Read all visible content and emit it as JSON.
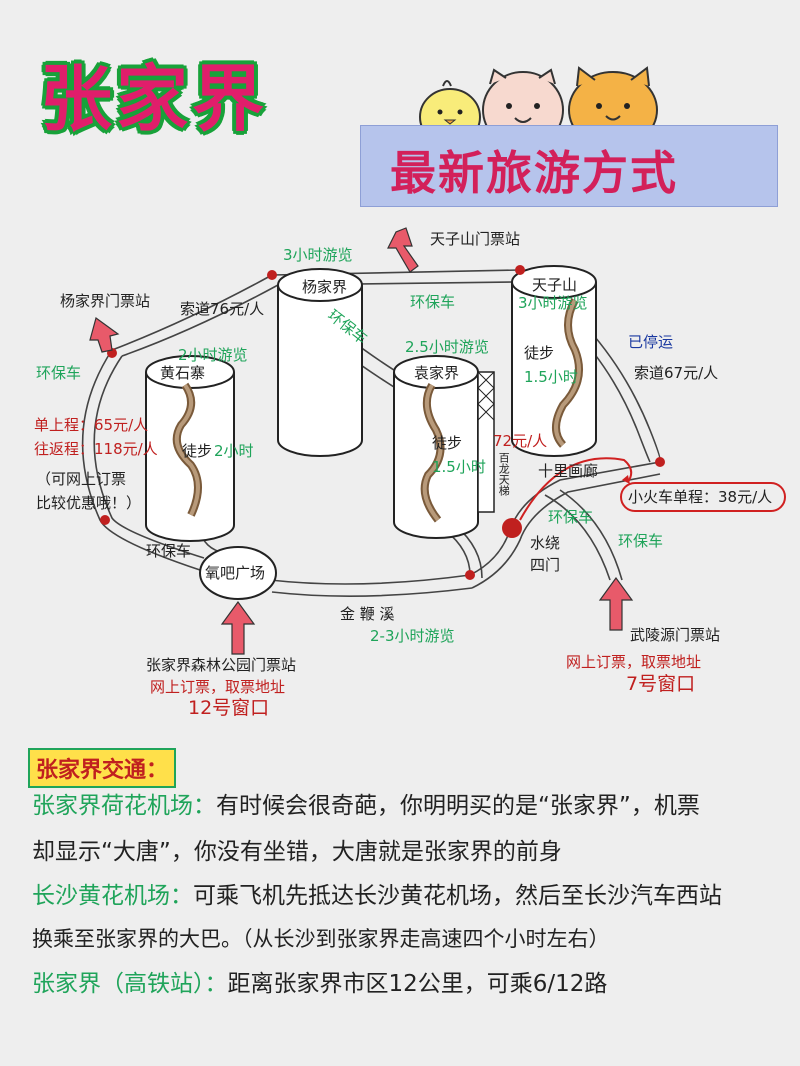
{
  "title": "张家界",
  "subtitle": "最新旅游方式",
  "map": {
    "tianzishan_gate": "天子山门票站",
    "yangjiajie_gate": "杨家界门票站",
    "cableway_76": "索道76元/人",
    "tour_3h": "3小时游览",
    "yangjiajie": "杨家界",
    "eco_bus": "环保车",
    "tianzishan": "天子山",
    "tour_3h_tzs": "3小时游览",
    "suspended": "已停运",
    "cableway_67": "索道67元/人",
    "tour_2h": "2小时游览",
    "tour_2_5h": "2.5小时游览",
    "huangshizhai": "黄石寨",
    "yuanjiajie": "袁家界",
    "hike": "徒步",
    "hike_1_5h_tzs": "1.5小时",
    "single_trip": "单上程：65元/人",
    "round_trip": "往返程：118元/人",
    "online_hint_1": "（可网上订票",
    "online_hint_2": "比较优惠哦！）",
    "hike_2h": "2小时",
    "hike_1_5h_yjj": "1.5小时",
    "elevator_price": "72元/人",
    "bailong_elevator": "百龙天梯",
    "shili_gallery": "十里画廊",
    "train_price": "小火车单程：38元/人",
    "shuirao": "水绕",
    "simen": "四门",
    "oxygen_plaza": "氧吧广场",
    "jinbianxi": "金 鞭 溪",
    "tour_2_3h": "2-3小时游览",
    "zhangjiajie_gate": "张家界森林公园门票站",
    "online_ticket_left": "网上订票，取票地址",
    "window_12": "12号窗口",
    "wulingyuan_gate": "武陵源门票站",
    "online_ticket_right": "网上订票，取票地址",
    "window_7": "7号窗口"
  },
  "info": {
    "heading": "张家界交通：",
    "hehua_label": "张家界荷花机场：",
    "hehua_text_1": "有时候会很奇葩，你明明买的是“张家界”，机票",
    "hehua_text_2": "却显示“大唐”，你没有坐错，大唐就是张家界的前身",
    "changsha_label": "长沙黄花机场：",
    "changsha_text_1": "可乘飞机先抵达长沙黄花机场，然后至长沙汽车西站",
    "changsha_text_2": "换乘至张家界的大巴。（从长沙到张家界走高速四个小时左右）",
    "hsr_label": "张家界（高铁站）：",
    "hsr_text": "距离张家界市区12公里，可乘6/12路"
  }
}
